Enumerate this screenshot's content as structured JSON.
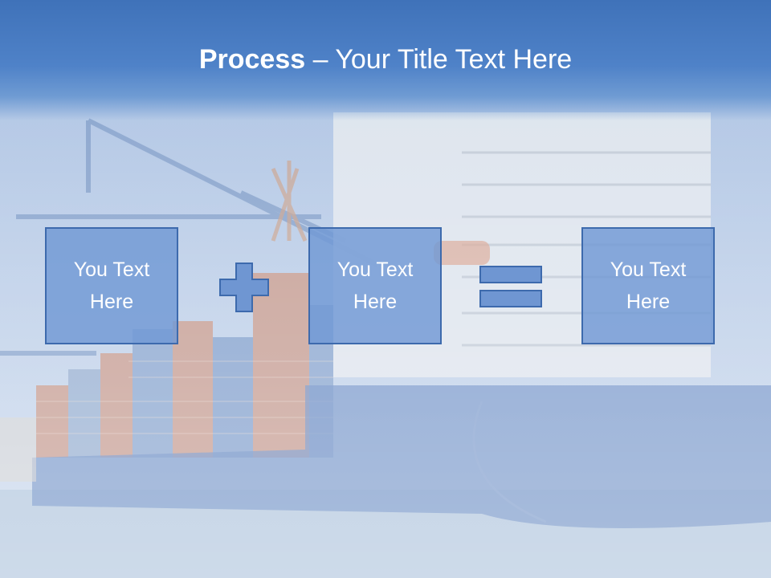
{
  "slide": {
    "title_bold": "Process",
    "title_rest": " – Your Title Text Here",
    "boxes": [
      {
        "line1": "You Text",
        "line2": "Here"
      },
      {
        "line1": "You Text",
        "line2": "Here"
      },
      {
        "line1": "You Text",
        "line2": "Here"
      }
    ],
    "operators": [
      "plus-icon",
      "equals-icon"
    ],
    "colors": {
      "title_bar": "#4a7cc2",
      "box_fill": "#7098d4",
      "box_border": "#3d6aad",
      "text": "#ffffff"
    }
  }
}
